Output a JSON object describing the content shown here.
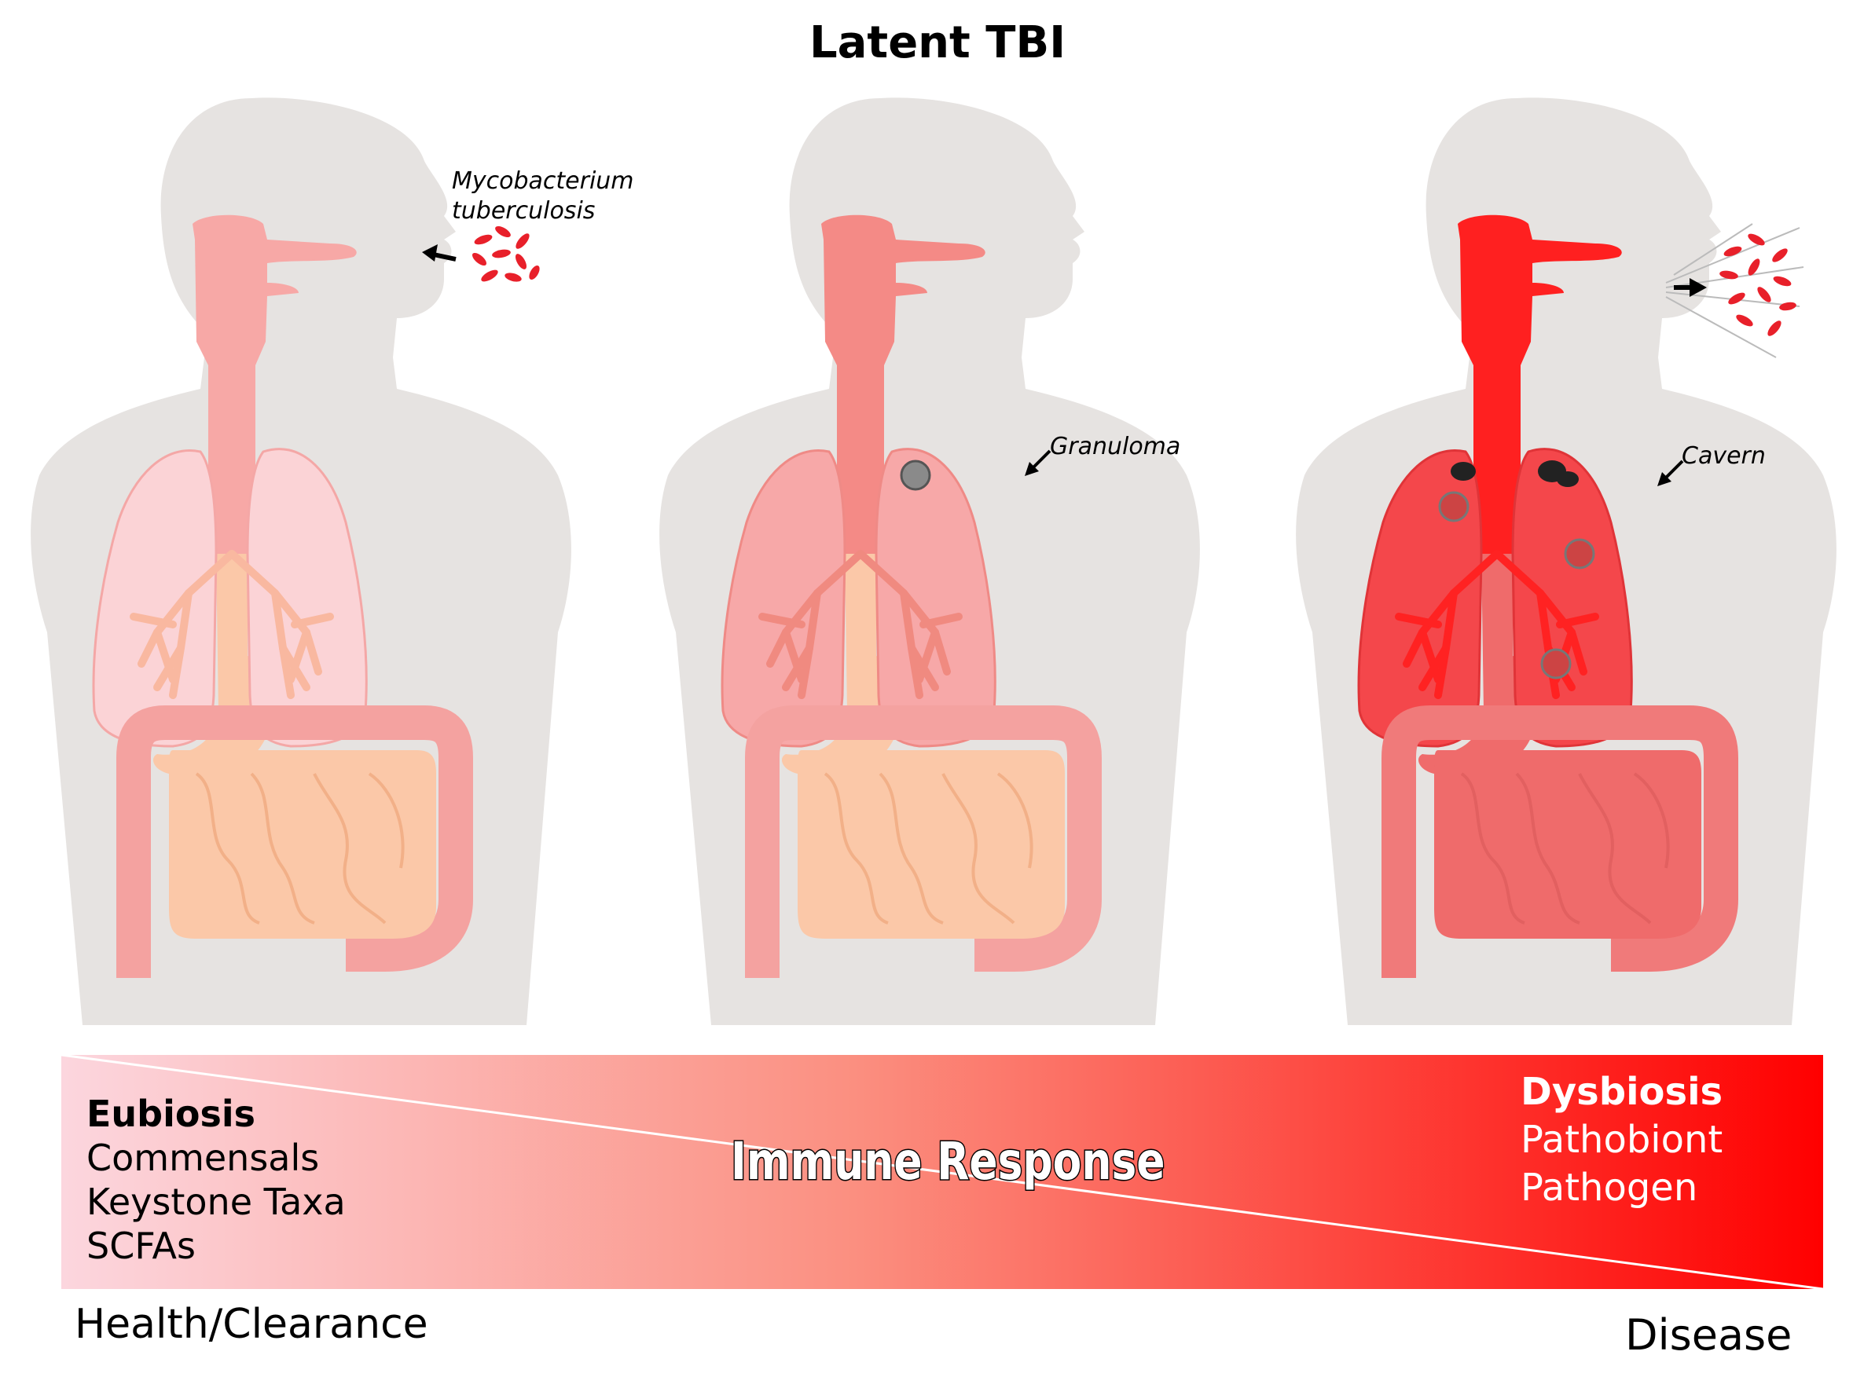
{
  "title": "Latent TBI",
  "panels": [
    {
      "annotation": [
        "Mycobacterium",
        "tuberculosis"
      ],
      "lung_color": "#fbd3d6",
      "airway_color": "#f7a8a6",
      "gut_color": "#fbc8a8"
    },
    {
      "annotation": [
        "Granuloma"
      ],
      "lung_color": "#f7a8a8",
      "airway_color": "#f48a86",
      "gut_color": "#fbc8a8"
    },
    {
      "annotation": [
        "Cavern"
      ],
      "lung_color": "#f4474b",
      "airway_color": "#ff2020",
      "gut_color": "#ef6b6b"
    }
  ],
  "gradient": {
    "start_color": "#fcd6de",
    "end_color": "#ff0000",
    "center_label": "Immune Response",
    "left_items": [
      "Eubiosis",
      "Commensals",
      "Keystone Taxa",
      "SCFAs"
    ],
    "right_items": [
      "Dysbiosis",
      "Pathobiont",
      "Pathogen"
    ]
  },
  "axis": {
    "left_label": "Health/Clearance",
    "right_label": "Disease"
  },
  "colors": {
    "silhouette": "#e6e3e1",
    "bacteria": "#e8202a",
    "necrosis": "#222222"
  }
}
